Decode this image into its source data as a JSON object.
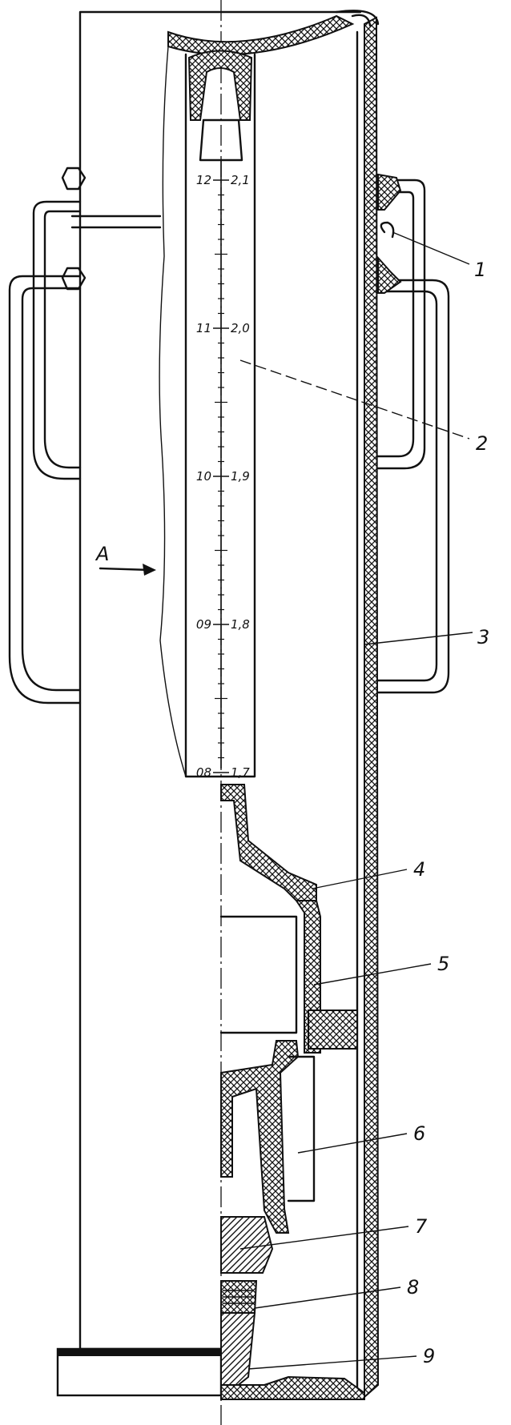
{
  "view_label": "A",
  "callouts": [
    {
      "id": "c1",
      "text": "1"
    },
    {
      "id": "c2",
      "text": "2"
    },
    {
      "id": "c3",
      "text": "3"
    },
    {
      "id": "c4",
      "text": "4"
    },
    {
      "id": "c5",
      "text": "5"
    },
    {
      "id": "c6",
      "text": "6"
    },
    {
      "id": "c7",
      "text": "7"
    },
    {
      "id": "c8",
      "text": "8"
    },
    {
      "id": "c9",
      "text": "9"
    }
  ],
  "scale_marks": [
    {
      "left": "12",
      "right": "2,1"
    },
    {
      "left": "11",
      "right": "2,0"
    },
    {
      "left": "10",
      "right": "1,9"
    },
    {
      "left": "09",
      "right": "1,8"
    },
    {
      "left": "08",
      "right": "1,7"
    }
  ]
}
